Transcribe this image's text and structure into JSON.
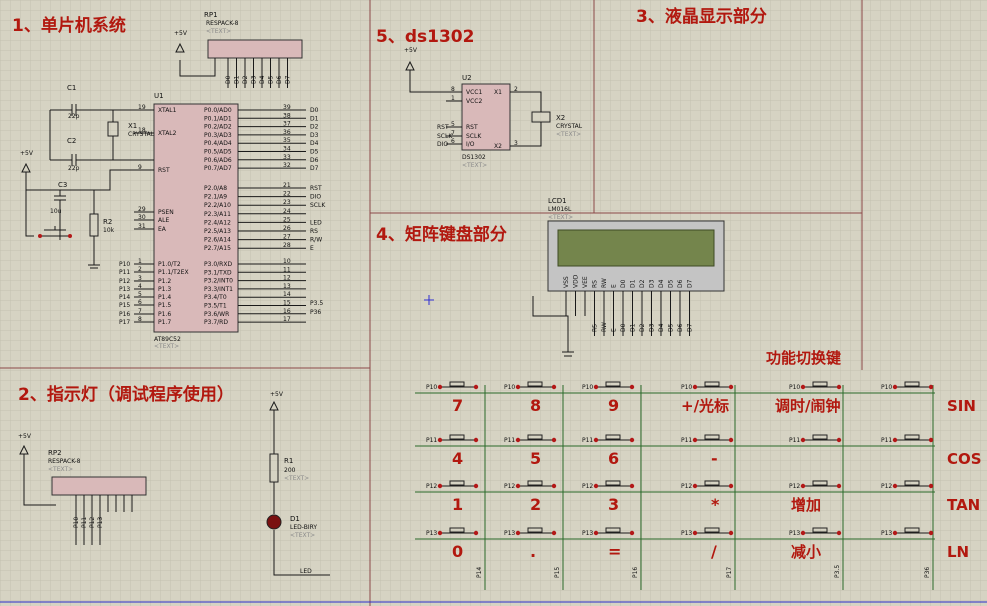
{
  "sections": {
    "mcu": "1、单片机系统",
    "led": "2、指示灯（调试程序使用）",
    "lcd": "3、液晶显示部分",
    "keypad": "4、矩阵键盘部分",
    "rtc": "5、ds1302"
  },
  "function_switch_label": "功能切换键",
  "components": {
    "u1": {
      "ref": "U1",
      "part": "AT89C52",
      "text": "<TEXT>",
      "left_pins": [
        "XTAL1",
        "XTAL2",
        "RST",
        "PSEN",
        "ALE",
        "EA",
        "P1.0/T2",
        "P1.1/T2EX",
        "P1.2",
        "P1.3",
        "P1.4",
        "P1.5",
        "P1.6",
        "P1.7"
      ],
      "left_pin_numbers": [
        "19",
        "18",
        "9",
        "29",
        "30",
        "31",
        "1",
        "2",
        "3",
        "4",
        "5",
        "6",
        "7",
        "8"
      ],
      "p0_pins": [
        "P0.0/AD0",
        "P0.1/AD1",
        "P0.2/AD2",
        "P0.3/AD3",
        "P0.4/AD4",
        "P0.5/AD5",
        "P0.6/AD6",
        "P0.7/AD7"
      ],
      "p0_numbers": [
        "39",
        "38",
        "37",
        "36",
        "35",
        "34",
        "33",
        "32"
      ],
      "p2_pins": [
        "P2.0/A8",
        "P2.1/A9",
        "P2.2/A10",
        "P2.3/A11",
        "P2.4/A12",
        "P2.5/A13",
        "P2.6/A14",
        "P2.7/A15"
      ],
      "p2_numbers": [
        "21",
        "22",
        "23",
        "24",
        "25",
        "26",
        "27",
        "28"
      ],
      "p3_pins": [
        "P3.0/RXD",
        "P3.1/TXD",
        "P3.2/INT0",
        "P3.3/INT1",
        "P3.4/T0",
        "P3.5/T1",
        "P3.6/WR",
        "P3.7/RD"
      ],
      "p3_numbers": [
        "10",
        "11",
        "12",
        "13",
        "14",
        "15",
        "16",
        "17"
      ]
    },
    "p0_nets": [
      "D0",
      "D1",
      "D2",
      "D3",
      "D4",
      "D5",
      "D6",
      "D7"
    ],
    "p2_nets": [
      "RST",
      "DIO",
      "SCLK",
      "",
      "LED",
      "RS",
      "R/W",
      "E"
    ],
    "p1_nets": [
      "P10",
      "P11",
      "P12",
      "P13",
      "P14",
      "P15",
      "P16",
      "P17"
    ],
    "p3_nets": [
      "P3.5",
      "P36"
    ],
    "rp1": {
      "ref": "RP1",
      "part": "RESPACK-8",
      "text": "<TEXT>",
      "pins": [
        "D0",
        "D1",
        "D2",
        "D3",
        "D4",
        "D5",
        "D6",
        "D7"
      ]
    },
    "c1": {
      "ref": "C1",
      "value": "22p"
    },
    "c2": {
      "ref": "C2",
      "value": "22p"
    },
    "c3": {
      "ref": "C3",
      "value": "10u"
    },
    "x1": {
      "ref": "X1",
      "part": "CRYSTAL"
    },
    "r2": {
      "ref": "R2",
      "value": "10k"
    },
    "vcc": "+5V",
    "u2": {
      "ref": "U2",
      "part": "DS1302",
      "text": "<TEXT>",
      "left_pins": [
        "VCC1",
        "VCC2",
        "RST",
        "SCLK",
        "I/O"
      ],
      "left_numbers": [
        "8",
        "1",
        "5",
        "7",
        "6"
      ],
      "right_pins": [
        "X1",
        "X2"
      ],
      "right_numbers": [
        "2",
        "3"
      ],
      "nets": [
        "RST",
        "SCLK",
        "DIO"
      ]
    },
    "x2": {
      "ref": "X2",
      "part": "CRYSTAL",
      "text": "<TEXT>"
    },
    "lcd1": {
      "ref": "LCD1",
      "part": "LM016L",
      "text": "<TEXT>",
      "pins": [
        "VSS",
        "VDD",
        "VEE",
        "RS",
        "RW",
        "E",
        "D0",
        "D1",
        "D2",
        "D3",
        "D4",
        "D5",
        "D6",
        "D7"
      ],
      "nets": [
        "RS",
        "RW",
        "E",
        "D0",
        "D1",
        "D2",
        "D3",
        "D4",
        "D5",
        "D6",
        "D7"
      ]
    },
    "rp2": {
      "ref": "RP2",
      "part": "RESPACK-8",
      "text": "<TEXT>",
      "pins": [
        "P10",
        "P11",
        "P12",
        "P13"
      ]
    },
    "r1": {
      "ref": "R1",
      "value": "200",
      "text": "<TEXT>"
    },
    "d1": {
      "ref": "D1",
      "part": "LED-BIRY",
      "text": "<TEXT>"
    },
    "led_net": "LED"
  },
  "keypad": {
    "rows": [
      "P10",
      "P11",
      "P12",
      "P13"
    ],
    "keys": [
      [
        "7",
        "8",
        "9",
        "+/光标",
        "调时/闹钟",
        "SIN"
      ],
      [
        "4",
        "5",
        "6",
        "-",
        "",
        "COS"
      ],
      [
        "1",
        "2",
        "3",
        "*",
        "增加",
        "TAN"
      ],
      [
        "0",
        ".",
        "=",
        "/",
        "减小",
        "LN"
      ]
    ],
    "col_nets": [
      "P14",
      "P15",
      "P16",
      "P17",
      "P3.5",
      "P36"
    ]
  }
}
